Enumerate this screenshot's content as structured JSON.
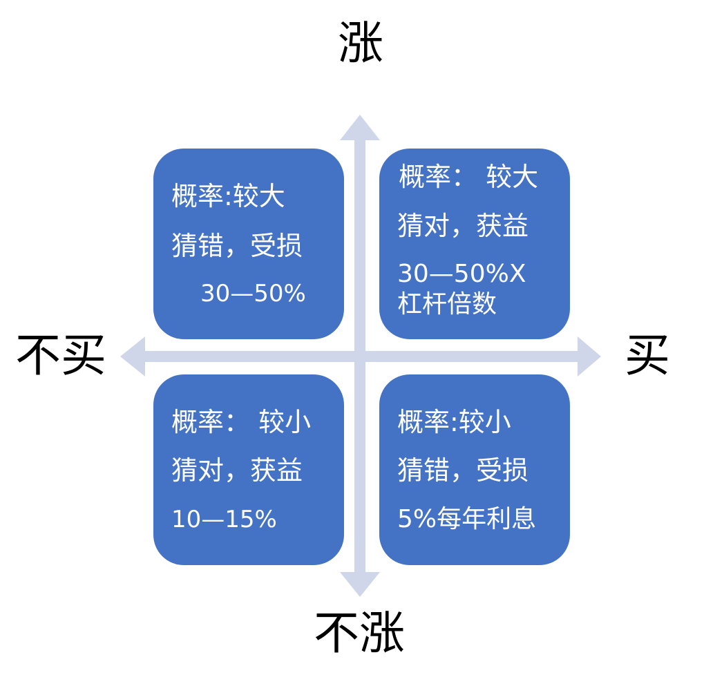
{
  "axis_labels": {
    "top": "涨",
    "bottom": "不涨",
    "left": "不买",
    "right": "买"
  },
  "quadrants": {
    "top_left": {
      "line1": "概率:较大",
      "line2": "猜错，受损",
      "line3": "30—50%"
    },
    "top_right": {
      "line1": "概率： 较大",
      "line2": "猜对，获益",
      "line3": "30—50%X杠杆倍数"
    },
    "bottom_left": {
      "line1": "概率： 较小",
      "line2": "猜对，获益",
      "line3": "10—15%"
    },
    "bottom_right": {
      "line1": "概率:较小",
      "line2": "猜错，受损",
      "line3": "5%每年利息"
    }
  },
  "colors": {
    "box": "#4472c4",
    "arrow": "#d0d6ea",
    "box_text": "#ffffff",
    "label_text": "#000000"
  }
}
